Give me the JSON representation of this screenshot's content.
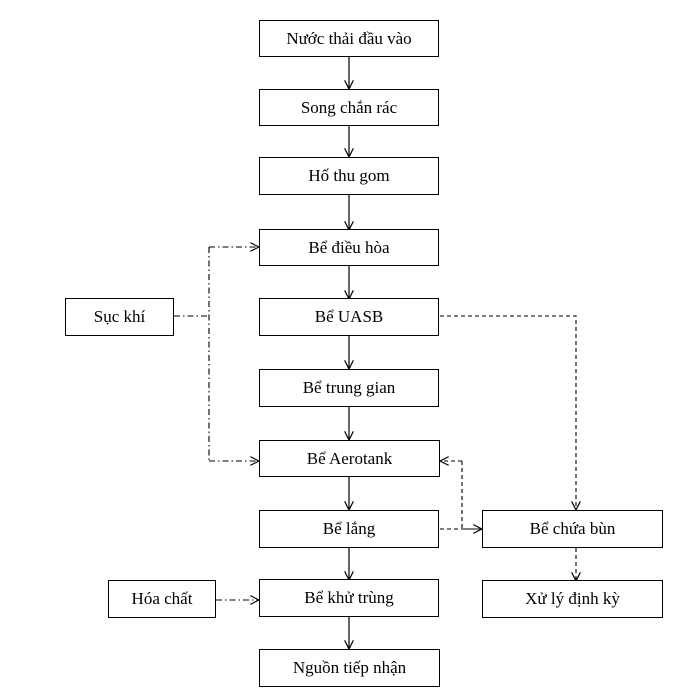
{
  "nodes": {
    "inlet": "Nước thải đầu vào",
    "screen": "Song chắn rác",
    "collection_pit": "Hố thu gom",
    "equalization_tank": "Bể điều hòa",
    "uasb_tank": "Bể UASB",
    "intermediate_tank": "Bể trung gian",
    "aerotank": "Bể Aerotank",
    "settling_tank": "Bể lắng",
    "disinfection_tank": "Bể khử trùng",
    "receiving_source": "Nguồn tiếp nhận",
    "aeration": "Sục khí",
    "chemicals": "Hóa chất",
    "sludge_tank": "Bể chứa bùn",
    "periodic_treatment": "Xử lý định kỳ"
  }
}
